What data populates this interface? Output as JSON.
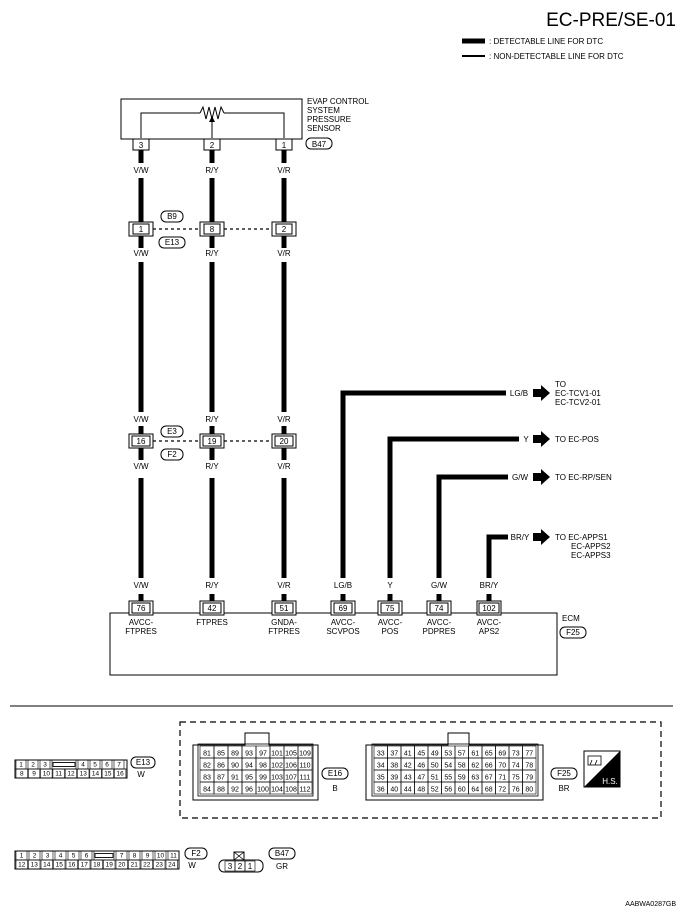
{
  "page_title": "EC-PRE/SE-01",
  "legend": {
    "detectable": ": DETECTABLE LINE FOR DTC",
    "non_detectable": ": NON-DETECTABLE LINE FOR DTC"
  },
  "sensor": {
    "name_lines": [
      "EVAP CONTROL",
      "SYSTEM",
      "PRESSURE",
      "SENSOR"
    ],
    "connector": "B47",
    "pins": [
      "3",
      "2",
      "1"
    ]
  },
  "joint1": {
    "upper": "B9",
    "lower": "E13",
    "pins": [
      "1",
      "8",
      "2"
    ]
  },
  "joint2": {
    "upper": "E3",
    "lower": "F2",
    "pins": [
      "16",
      "19",
      "20"
    ]
  },
  "wires": [
    {
      "color": "V/W",
      "ecm_pin": "76",
      "ecm_name": [
        "AVCC-",
        "FTPRES"
      ]
    },
    {
      "color": "R/Y",
      "ecm_pin": "42",
      "ecm_name": [
        "FTPRES",
        ""
      ]
    },
    {
      "color": "V/R",
      "ecm_pin": "51",
      "ecm_name": [
        "GNDA-",
        "FTPRES"
      ]
    }
  ],
  "branches": [
    {
      "color": "LG/B",
      "ecm_pin": "69",
      "ecm_name": [
        "AVCC-",
        "SCVPOS"
      ],
      "to": [
        "TO",
        "EC-TCV1-01",
        "EC-TCV2-01"
      ]
    },
    {
      "color": "Y",
      "ecm_pin": "75",
      "ecm_name": [
        "AVCC-",
        "POS"
      ],
      "to": [
        "TO EC-POS"
      ]
    },
    {
      "color": "G/W",
      "ecm_pin": "74",
      "ecm_name": [
        "AVCC-",
        "PDPRES"
      ],
      "to": [
        "TO EC-RP/SEN"
      ]
    },
    {
      "color": "BR/Y",
      "ecm_pin": "102",
      "ecm_name": [
        "AVCC-",
        "APS2"
      ],
      "to": [
        "TO EC-APPS1",
        "EC-APPS2",
        "EC-APPS3"
      ]
    }
  ],
  "ecm": {
    "name": "ECM",
    "connector": "F25"
  },
  "connectors": {
    "e13": {
      "id": "E13",
      "color": "W",
      "row1": [
        "1",
        "2",
        "3",
        "",
        "4",
        "5",
        "6",
        "7"
      ],
      "row2": [
        "8",
        "9",
        "10",
        "11",
        "12",
        "13",
        "14",
        "15",
        "16"
      ]
    },
    "e16": {
      "id": "E16",
      "color": "B",
      "grid": [
        [
          "81",
          "85",
          "89",
          "93",
          "97",
          "101",
          "105",
          "109"
        ],
        [
          "82",
          "86",
          "90",
          "94",
          "98",
          "102",
          "106",
          "110"
        ],
        [
          "83",
          "87",
          "91",
          "95",
          "99",
          "103",
          "107",
          "111"
        ],
        [
          "84",
          "88",
          "92",
          "96",
          "100",
          "104",
          "108",
          "112"
        ]
      ]
    },
    "f25": {
      "id": "F25",
      "color": "BR",
      "grid": [
        [
          "33",
          "37",
          "41",
          "45",
          "49",
          "53",
          "57",
          "61",
          "65",
          "69",
          "73",
          "77"
        ],
        [
          "34",
          "38",
          "42",
          "46",
          "50",
          "54",
          "58",
          "62",
          "66",
          "70",
          "74",
          "78"
        ],
        [
          "35",
          "39",
          "43",
          "47",
          "51",
          "55",
          "59",
          "63",
          "67",
          "71",
          "75",
          "79"
        ],
        [
          "36",
          "40",
          "44",
          "48",
          "52",
          "56",
          "60",
          "64",
          "68",
          "72",
          "76",
          "80"
        ]
      ]
    },
    "f2": {
      "id": "F2",
      "color": "W",
      "row1": [
        "1",
        "2",
        "3",
        "4",
        "5",
        "6",
        "",
        "7",
        "8",
        "9",
        "10",
        "11"
      ],
      "row2": [
        "12",
        "13",
        "14",
        "15",
        "16",
        "17",
        "18",
        "19",
        "20",
        "21",
        "22",
        "23",
        "24"
      ]
    },
    "b47": {
      "id": "B47",
      "color": "GR",
      "pins": [
        "3",
        "2",
        "1"
      ]
    },
    "hs_label": "H.S."
  },
  "ref_code": "AABWA0287GB"
}
